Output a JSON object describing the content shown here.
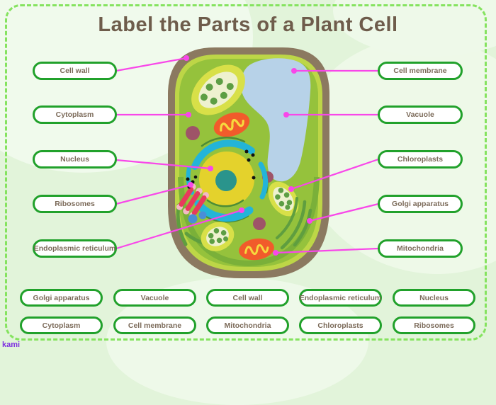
{
  "page": {
    "title": "Label the Parts of a Plant Cell",
    "brand": "kami"
  },
  "colors": {
    "background": "#e2f4da",
    "background_blob": "#f0faec",
    "dashed_border": "#85e35f",
    "pill_border": "#21a12b",
    "pill_text": "#7c6b5a",
    "title_text": "#6e5c4b",
    "connector_line": "#f847e9",
    "cell_wall_brown": "#8b7960",
    "cell_membrane_green": "#bdd647",
    "cytoplasm_green": "#95c23c",
    "vacuole_blue": "#b7d2e8",
    "mitochondria_orange": "#f15b2b",
    "nucleus_yellow": "#e4d22c",
    "nucleolus_teal": "#2a948c",
    "er_cyan": "#23b4d8",
    "chloroplast_outer": "#d8e048",
    "chloroplast_inner": "#eef1cf",
    "chloroplast_dot_green": "#5d9e44",
    "vesicle_maroon": "#9e5468",
    "golgi_arc_green": "#5f9e3f",
    "er_bars_red": "#e83a5c",
    "er_caps_pink": "#f3bac4",
    "dot_blue": "#4a8ed6"
  },
  "left_labels": [
    {
      "text": "Cell wall"
    },
    {
      "text": "Cytoplasm"
    },
    {
      "text": "Nucleus"
    },
    {
      "text": "Ribosomes"
    },
    {
      "text": "Endoplasmic reticulum"
    }
  ],
  "right_labels": [
    {
      "text": "Cell membrane"
    },
    {
      "text": "Vacuole"
    },
    {
      "text": "Chloroplasts"
    },
    {
      "text": "Golgi apparatus"
    },
    {
      "text": "Mitochondria"
    }
  ],
  "word_bank": {
    "row1": [
      "Golgi apparatus",
      "Vacuole",
      "Cell wall",
      "Endoplasmic reticulum",
      "Nucleus"
    ],
    "row2": [
      "Cytoplasm",
      "Cell membrane",
      "Mitochondria",
      "Chloroplasts",
      "Ribosomes"
    ]
  },
  "diagram": {
    "subject": "plant cell illustration",
    "parts": [
      "cell wall",
      "cell membrane",
      "cytoplasm",
      "vacuole",
      "nucleus",
      "nucleolus",
      "chloroplasts",
      "mitochondria",
      "endoplasmic reticulum",
      "ribosomes",
      "golgi apparatus",
      "vesicles"
    ]
  }
}
